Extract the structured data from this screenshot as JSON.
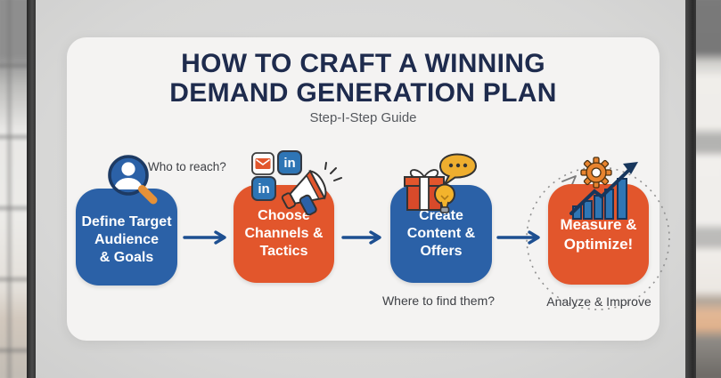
{
  "header": {
    "title_line1": "HOW TO CRAFT A WINNING",
    "title_line2": "DEMAND GENERATION PLAN",
    "subtitle": "Step-I-Step Guide"
  },
  "steps": [
    {
      "label": "Define Target Audience & Goals",
      "lines": [
        "Define Target",
        "Audience",
        "& Goals"
      ],
      "annotation": "Who to reach?",
      "color": "#2b61a7",
      "icons": [
        "user-search"
      ]
    },
    {
      "label": "Choose Channels & Tactics",
      "lines": [
        "Choose",
        "Channels &",
        "Tactics"
      ],
      "color": "#e2562c",
      "icons": [
        "email",
        "linkedin",
        "linkedin",
        "megaphone"
      ]
    },
    {
      "label": "Create Content & Offers",
      "lines": [
        "Create",
        "Content &",
        "Offers"
      ],
      "annotation": "Where to find them?",
      "color": "#2b61a7",
      "icons": [
        "gift",
        "speech-bubble",
        "lightbulb"
      ]
    },
    {
      "label": "Measure & Optimize!",
      "lines": [
        "Measure &",
        "Optimize!"
      ],
      "annotation": "Analyze & Improve",
      "color": "#e2562c",
      "icons": [
        "gear",
        "growth-chart",
        "dashed-cycle"
      ]
    }
  ],
  "brand": {
    "linkedin_text": "in"
  },
  "colors": {
    "title_navy": "#1e2b4d",
    "step_blue": "#2b61a7",
    "step_orange": "#e2562c",
    "arrow_navy": "#1d4f91",
    "accent_yellow": "#f0af2e",
    "card_bg": "#f4f3f2",
    "board_bg": "#d9d9d8"
  }
}
